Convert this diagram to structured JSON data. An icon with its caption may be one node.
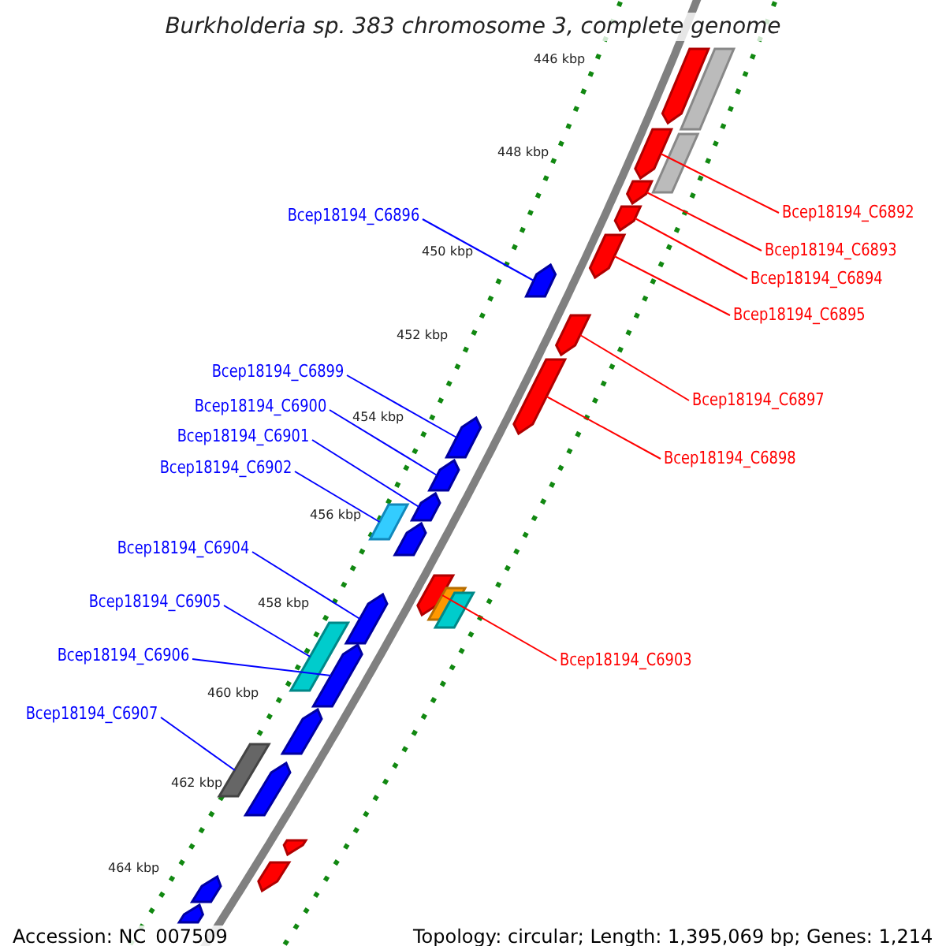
{
  "diagram": {
    "title": "Burkholderia sp. 383 chromosome 3, complete genome",
    "nodes": [
      {
        "text": [
          "Bcep18194_C6892"
        ]
      },
      {
        "text": [
          "Bcep18194_C6893"
        ]
      },
      {
        "text": [
          "Bcep18194_C6894"
        ]
      },
      {
        "text": [
          "Bcep18194_C6895"
        ]
      },
      {
        "text": [
          "Bcep18194_C6896"
        ]
      },
      {
        "text": [
          "Bcep18194_C6897"
        ]
      },
      {
        "text": [
          "Bcep18194_C6898"
        ]
      },
      {
        "text": [
          "Bcep18194_C6899"
        ]
      },
      {
        "text": [
          "Bcep18194_C6900"
        ]
      },
      {
        "text": [
          "Bcep18194_C6901"
        ]
      },
      {
        "text": [
          "Bcep18194_C6902"
        ]
      },
      {
        "text": [
          "Bcep18194_C6903"
        ]
      },
      {
        "text": [
          "Bcep18194_C6904"
        ]
      },
      {
        "text": [
          "Bcep18194_C6905"
        ]
      },
      {
        "text": [
          "Bcep18194_C6906"
        ]
      },
      {
        "text": [
          "Bcep18194_C6907"
        ]
      },
      {
        "text": [],
        "shape": "arrow"
      },
      {
        "text": [],
        "shape": "box"
      },
      {
        "text": [],
        "shape": "arrow"
      },
      {
        "text": [],
        "shape": "box"
      },
      {
        "text": [],
        "shape": "arrow"
      },
      {
        "text": [],
        "shape": "arrow"
      },
      {
        "text": [],
        "shape": "arrow"
      },
      {
        "text": [],
        "shape": "arrow"
      },
      {
        "text": [],
        "shape": "arrow"
      },
      {
        "text": [],
        "shape": "arrow"
      },
      {
        "text": [],
        "shape": "arrow"
      },
      {
        "text": [],
        "shape": "arrow"
      },
      {
        "text": [],
        "shape": "arrow"
      },
      {
        "text": [],
        "shape": "box"
      },
      {
        "text": [],
        "shape": "arrow"
      },
      {
        "text": [],
        "shape": "arrow"
      },
      {
        "text": [],
        "shape": "box"
      },
      {
        "text": [],
        "shape": "box"
      },
      {
        "text": [],
        "shape": "arrow"
      },
      {
        "text": [],
        "shape": "box"
      },
      {
        "text": [],
        "shape": "arrow"
      },
      {
        "text": [],
        "shape": "arrow"
      },
      {
        "text": [],
        "shape": "box"
      },
      {
        "text": [],
        "shape": "arrow"
      },
      {
        "text": [],
        "shape": "arrow"
      },
      {
        "text": [],
        "shape": "arrow"
      },
      {
        "text": [],
        "shape": "arrow"
      },
      {
        "text": [],
        "shape": "arrow"
      }
    ],
    "edges": [
      {
        "from": 0,
        "to": 18,
        "arrow": "none",
        "color": "#ff0000"
      },
      {
        "from": 1,
        "to": 20,
        "arrow": "none",
        "color": "#ff0000"
      },
      {
        "from": 2,
        "to": 21,
        "arrow": "none",
        "color": "#ff0000"
      },
      {
        "from": 3,
        "to": 22,
        "arrow": "none",
        "color": "#ff0000"
      },
      {
        "from": 4,
        "to": 23,
        "arrow": "none"
      },
      {
        "from": 5,
        "to": 24,
        "arrow": "none",
        "color": "#ff0000"
      },
      {
        "from": 6,
        "to": 25,
        "arrow": "none",
        "color": "#ff0000"
      },
      {
        "from": 7,
        "to": 26,
        "arrow": "none"
      },
      {
        "from": 8,
        "to": 27,
        "arrow": "none"
      },
      {
        "from": 9,
        "to": 28,
        "arrow": "none"
      },
      {
        "from": 10,
        "to": 29,
        "arrow": "none"
      },
      {
        "from": 11,
        "to": 31,
        "arrow": "none",
        "color": "#ff0000"
      },
      {
        "from": 12,
        "to": 34,
        "arrow": "none"
      },
      {
        "from": 13,
        "to": 35,
        "arrow": "none"
      },
      {
        "from": 14,
        "to": 36,
        "arrow": "none"
      },
      {
        "from": 15,
        "to": 38,
        "arrow": "none"
      }
    ],
    "labels": [
      "446 kbp",
      "448 kbp",
      "450 kbp",
      "452 kbp",
      "454 kbp",
      "456 kbp",
      "458 kbp",
      "460 kbp",
      "462 kbp",
      "464 kbp",
      "Accession: NC_007509",
      "Topology: circular; Length: 1,395,069 bp; Genes: 1,214"
    ]
  }
}
